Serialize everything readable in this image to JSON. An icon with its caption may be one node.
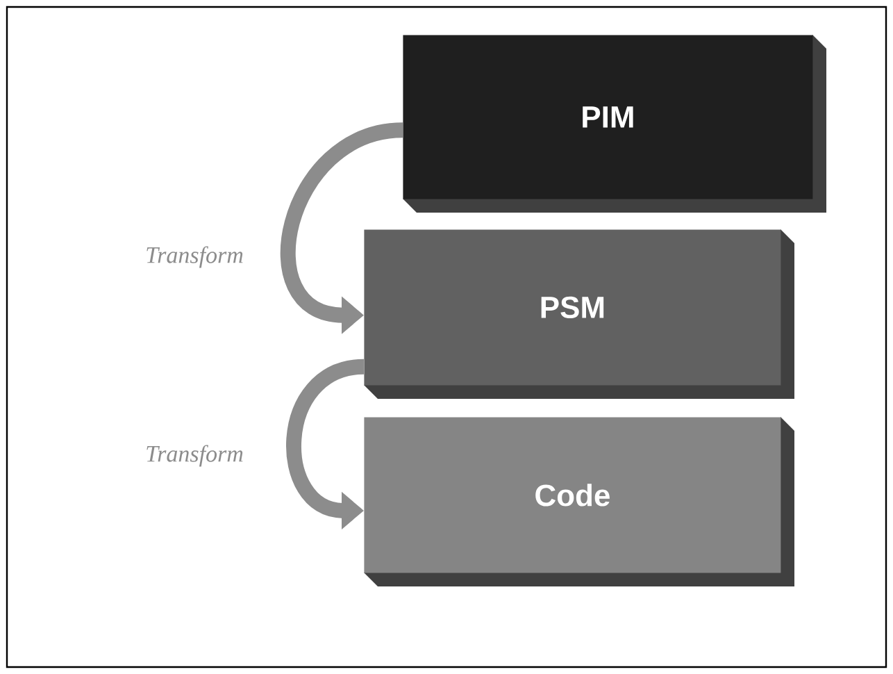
{
  "diagram": {
    "nodes": [
      {
        "text": [
          "PIM"
        ]
      },
      {
        "text": [
          "PSM"
        ]
      },
      {
        "text": [
          "Code"
        ]
      }
    ],
    "edges": [
      {
        "from": 0,
        "to": 1,
        "arrow": "to",
        "label": "Transform"
      },
      {
        "from": 1,
        "to": 2,
        "arrow": "to",
        "label": "Transform"
      }
    ]
  }
}
